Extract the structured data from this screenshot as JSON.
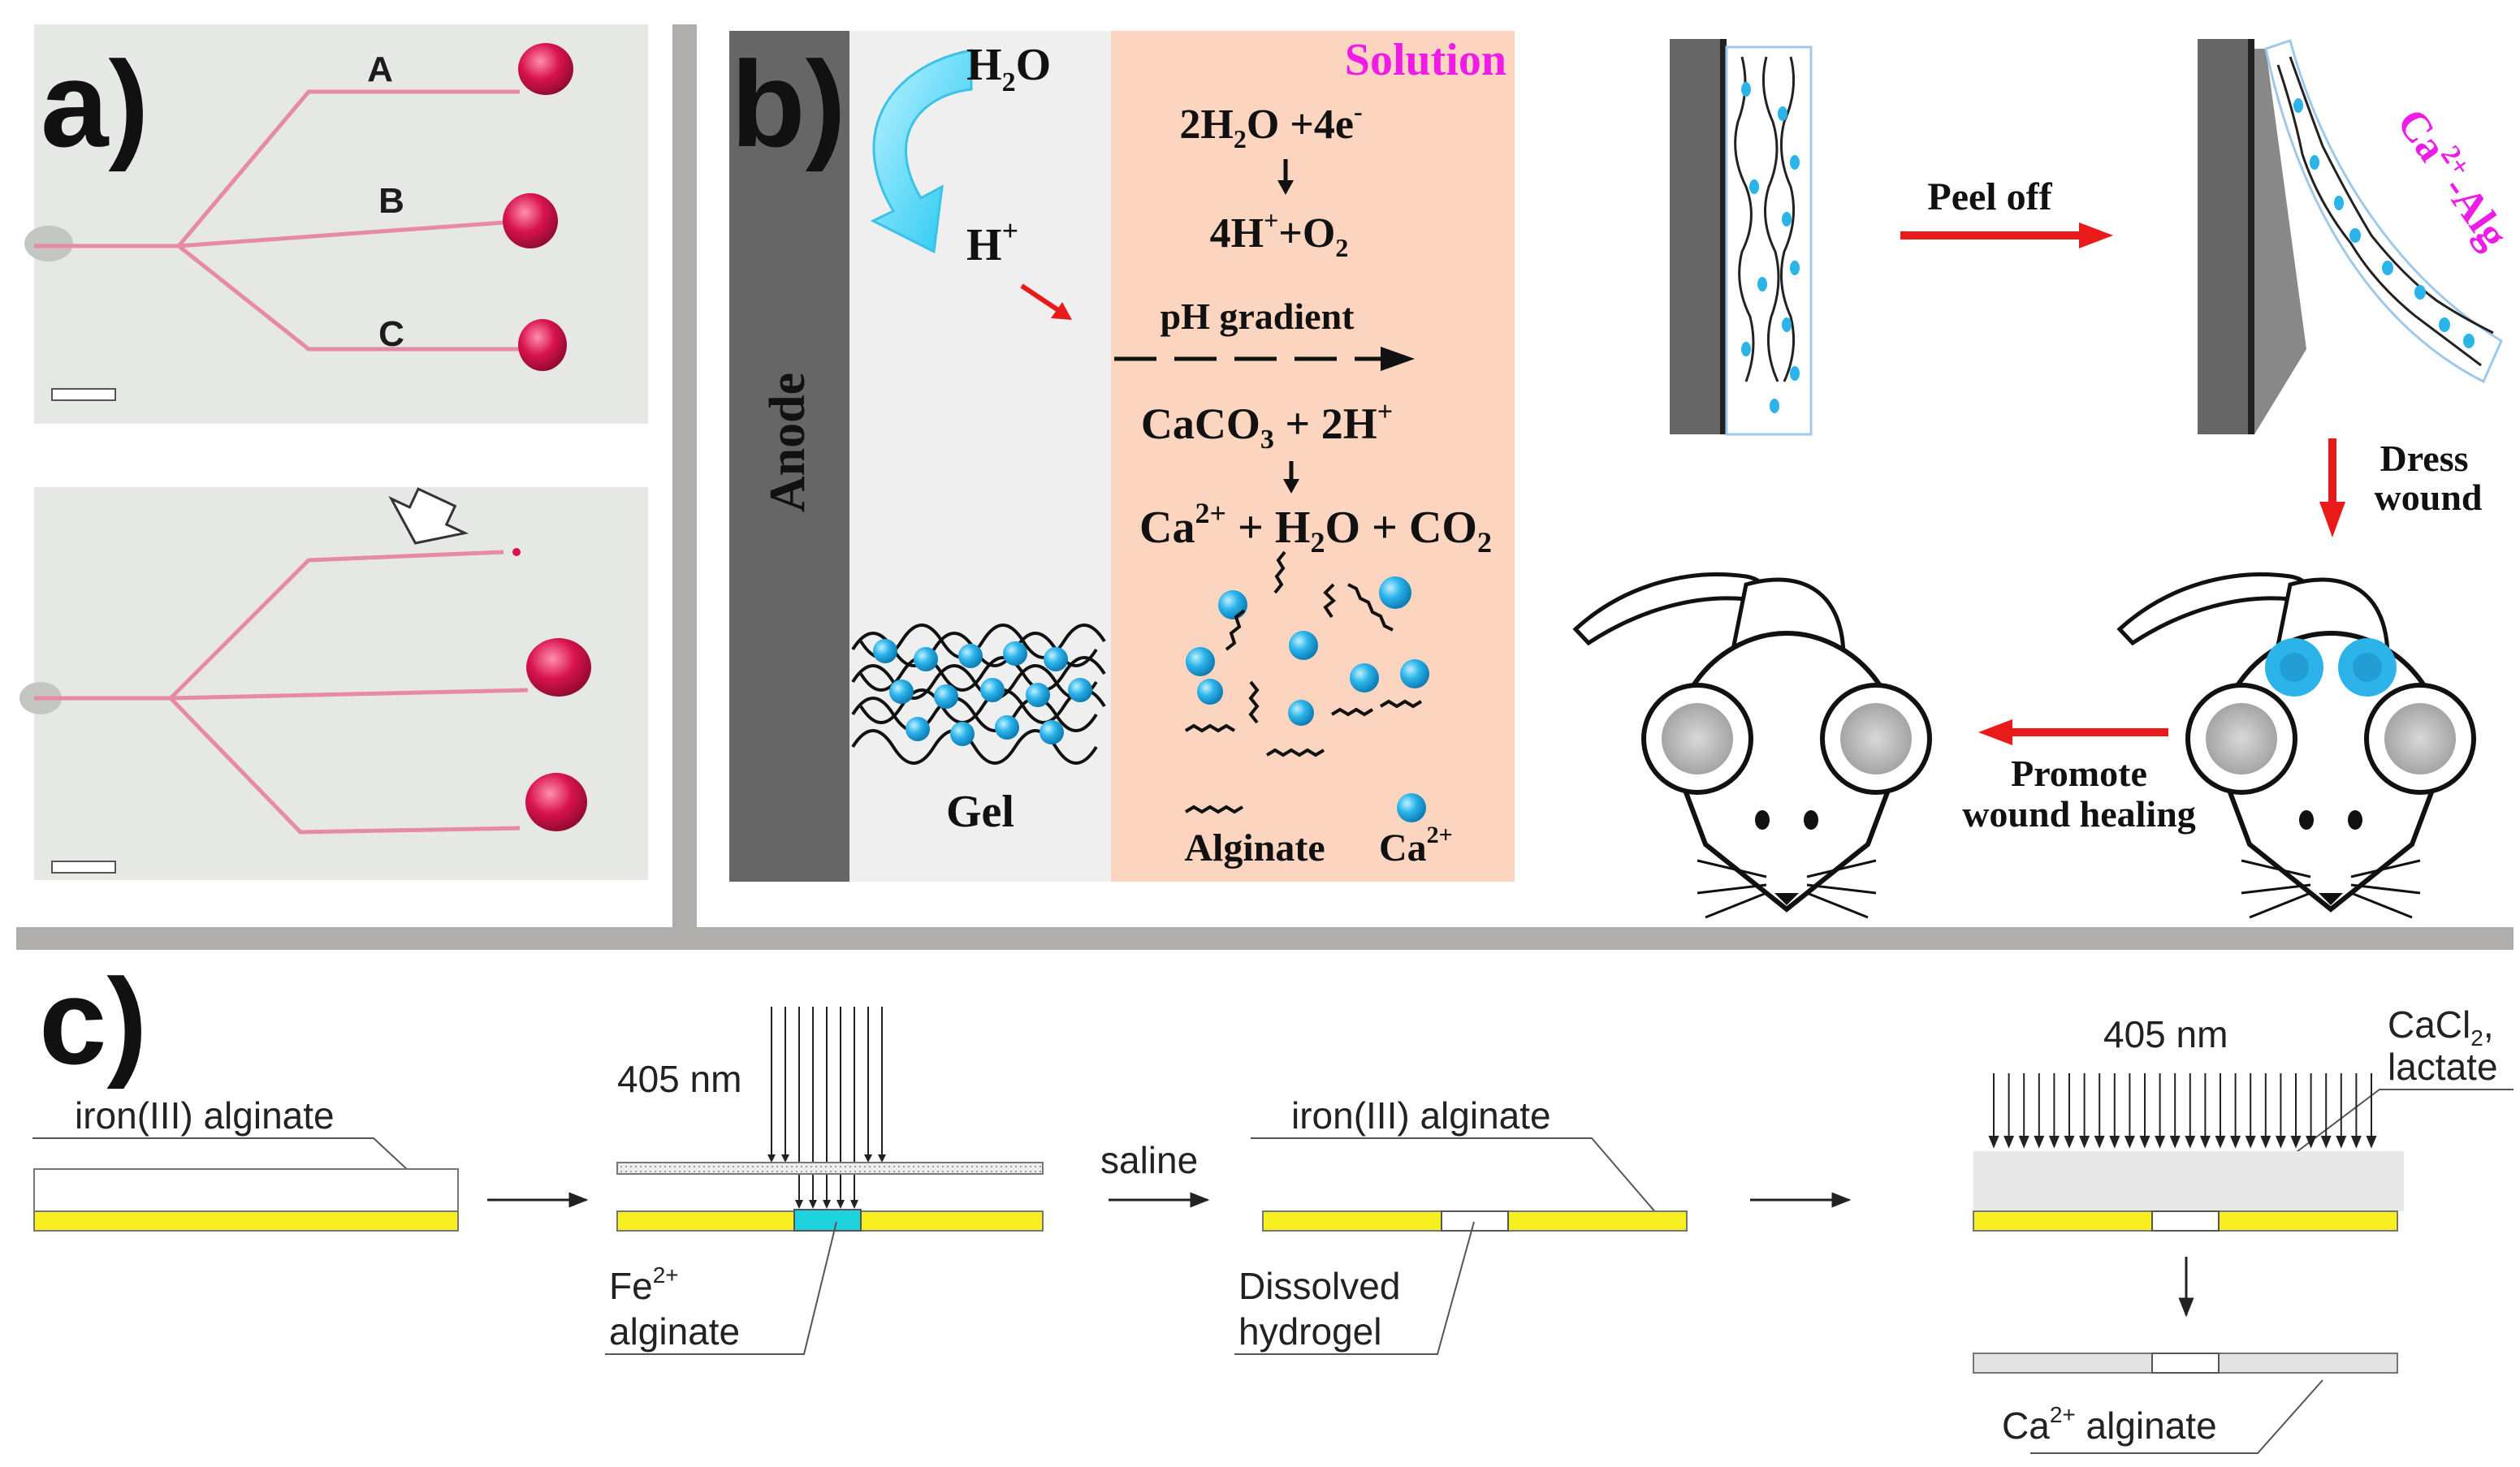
{
  "panel_a": {
    "label": "a)",
    "channel_labels": [
      "A",
      "B",
      "C"
    ]
  },
  "panel_b": {
    "label": "b)",
    "anode": "Anode",
    "h2o": "H",
    "h2o_sub": "2",
    "h2o_end": "O",
    "hplus": "H",
    "hplus_sup": "+",
    "solution": "Solution",
    "eq1_a": "2H",
    "eq1_sub": "2",
    "eq1_b": "O +4e",
    "eq1_sup": "-",
    "eq2_a": "4H",
    "eq2_sup": "+",
    "eq2_b": "+O",
    "eq2_sub": "2",
    "ph_gradient": "pH gradient",
    "eq3_a": "CaCO",
    "eq3_sub": "3",
    "eq3_b": " + 2H",
    "eq3_sup": "+",
    "eq4_a": "Ca",
    "eq4_sup": "2+",
    "eq4_b": " + H",
    "eq4_sub1": "2",
    "eq4_c": "O + CO",
    "eq4_sub2": "2",
    "gel": "Gel",
    "alginate": "Alginate",
    "ca": "Ca",
    "ca_sup": "2+",
    "peel_off": "Peel off",
    "ca_alg_a": "Ca",
    "ca_alg_sup": "2+",
    "ca_alg_b": "-Alg",
    "dress": "Dress",
    "wound": "wound",
    "promote": "Promote",
    "wound_healing": "wound healing"
  },
  "panel_c": {
    "label": "c)",
    "iron_alginate_1": "iron(III) alginate",
    "nm_1": "405 nm",
    "fe_a": "Fe",
    "fe_sup": "2+",
    "fe_b": "alginate",
    "saline": "saline",
    "iron_alginate_2": "iron(III) alginate",
    "dissolved_1": "Dissolved",
    "dissolved_2": "hydrogel",
    "nm_2": "405 nm",
    "cacl_a": "CaCl",
    "cacl_sub": "2",
    "cacl_b": ",",
    "lactate": "lactate",
    "ca_alg_a": "Ca",
    "ca_alg_sup": "2+",
    "ca_alg_b": " alginate"
  },
  "colors": {
    "divider": "#b0adad",
    "anode": "#666666",
    "gel_bg": "#efefef",
    "solution_bg": "#fbd5bf",
    "bead": "#2cb4ea",
    "arrow_red": "#e81a1a",
    "magenta": "#ee1ce6",
    "layer_yellow": "#f7ef1e",
    "exposed_cyan": "#1fd3de",
    "drop_red": "#d8134d"
  }
}
